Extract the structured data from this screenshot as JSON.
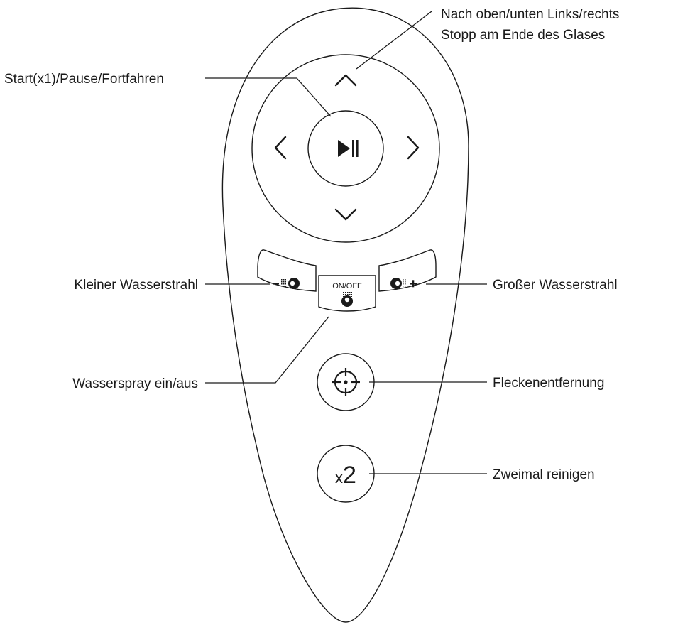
{
  "labels": {
    "navigation_line1": "Nach oben/unten Links/rechts",
    "navigation_line2": "Stopp am Ende des Glases",
    "start_pause": "Start(x1)/Pause/Fortfahren",
    "small_jet": "Kleiner Wasserstrahl",
    "large_jet": "Großer Wasserstrahl",
    "water_spray": "Wasserspray ein/aus",
    "spot_removal": "Fleckenentfernung",
    "clean_twice": "Zweimal reinigen"
  },
  "buttons": {
    "on_off_text": "ON/OFF",
    "x2_prefix": "x",
    "x2_digit": "2"
  },
  "icons": {
    "up": "chevron-up-icon",
    "down": "chevron-down-icon",
    "left": "chevron-left-icon",
    "right": "chevron-right-icon",
    "play_pause": "play-pause-icon",
    "spray_minus": "spray-minus-icon",
    "spray_plus": "spray-plus-icon",
    "spray_toggle": "spray-toggle-icon",
    "target": "crosshair-icon"
  },
  "colors": {
    "ink": "#1a1a1a",
    "background": "#ffffff"
  }
}
